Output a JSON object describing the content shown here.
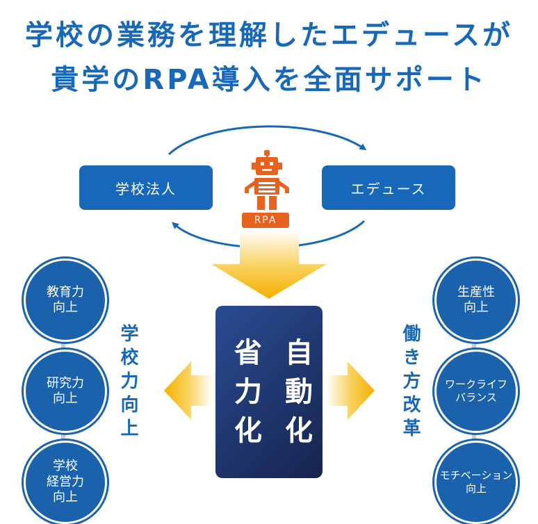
{
  "title": {
    "line1": "学校の業務を理解したエデュースが",
    "line2": "貴学のRPA導入を全面サポート"
  },
  "top": {
    "school_box": "学校法人",
    "educe_box": "エデュース",
    "robot_label": "RPA"
  },
  "center": {
    "right_column": "自動化",
    "left_column": "省力化"
  },
  "left": {
    "label": "学校力向上",
    "circles": [
      "教育力\n向上",
      "研究力\n向上",
      "学校\n経営力\n向上"
    ]
  },
  "right": {
    "label": "働き方改革",
    "circles": [
      "生産性\n向上",
      "ワークライフ\nバランス",
      "モチベーション\n向上"
    ]
  },
  "colors": {
    "blue": "#1768b8",
    "navy": "#15244f",
    "orange": "#e8611d",
    "yellow": "#f7b500"
  }
}
